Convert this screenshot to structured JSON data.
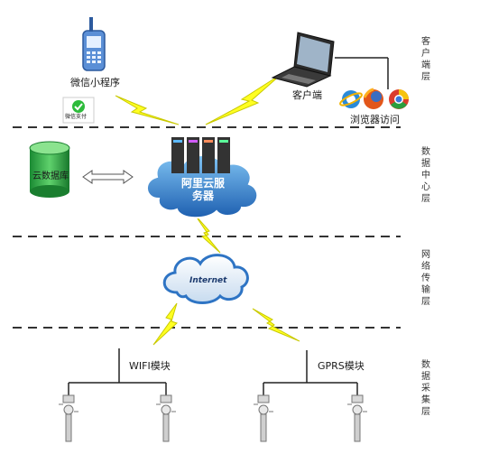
{
  "layers": {
    "client": "客户端层",
    "data_center": "数据中心层",
    "network": "网络传输层",
    "collection": "数据采集层"
  },
  "labels": {
    "wechat_miniprogram": "微信小程序",
    "wechat_pay": "微信支付",
    "client": "客户端",
    "browser_access": "浏览器访问",
    "cloud_db": "云数据库",
    "aliyun_server_line1": "阿里云服",
    "aliyun_server_line2": "务器",
    "internet": "Internet",
    "wifi_module": "WIFI模块",
    "gprs_module": "GPRS模块"
  },
  "colors": {
    "dash": "#333333",
    "lightning": "#ffff22",
    "cloud_blue": "#2e74c4",
    "db_green": "#1f9a3c"
  },
  "icons": [
    "mobile-phone-icon",
    "wechat-pay-icon",
    "laptop-icon",
    "ie-browser-icon",
    "firefox-icon",
    "chrome-icon",
    "server-rack-icon",
    "database-icon",
    "internet-cloud-icon",
    "sensor-device-icon"
  ]
}
